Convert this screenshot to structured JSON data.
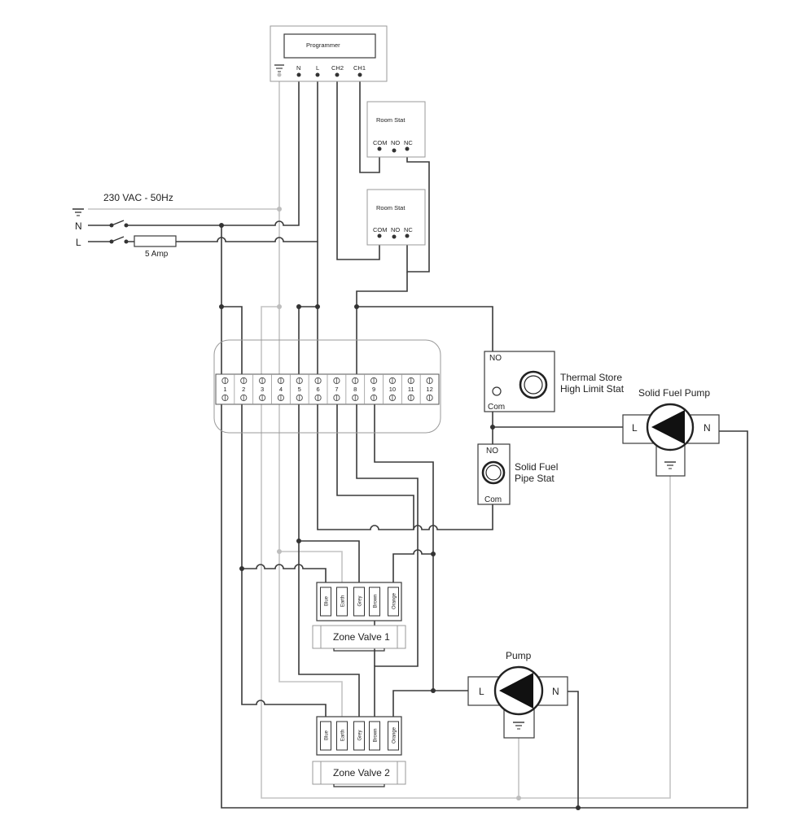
{
  "supply": {
    "label": "230 VAC - 50Hz",
    "neutral": "N",
    "live": "L",
    "fuse": "5 Amp"
  },
  "programmer": {
    "title": "Programmer",
    "terminals": [
      "N",
      "L",
      "CH2",
      "CH1"
    ]
  },
  "room_stat_1": {
    "title": "Room Stat",
    "terminals": [
      "COM",
      "NO",
      "NC"
    ]
  },
  "room_stat_2": {
    "title": "Room Stat",
    "terminals": [
      "COM",
      "NO",
      "NC"
    ]
  },
  "terminal_strip": {
    "numbers": [
      "1",
      "2",
      "3",
      "4",
      "5",
      "6",
      "7",
      "8",
      "9",
      "10",
      "11",
      "12"
    ]
  },
  "thermal_store_stat": {
    "title_line1": "Thermal Store",
    "title_line2": "High Limit Stat",
    "no": "NO",
    "com": "Com"
  },
  "solid_fuel_pipe_stat": {
    "title_line1": "Solid Fuel",
    "title_line2": "Pipe Stat",
    "no": "NO",
    "com": "Com"
  },
  "solid_fuel_pump": {
    "title": "Solid Fuel Pump",
    "l": "L",
    "n": "N"
  },
  "pump": {
    "title": "Pump",
    "l": "L",
    "n": "N"
  },
  "zone_valve_1": {
    "title": "Zone Valve  1",
    "wires": [
      "Blue",
      "Earth",
      "Grey",
      "Brown",
      "Orange"
    ]
  },
  "zone_valve_2": {
    "title": "Zone Valve  2",
    "wires": [
      "Blue",
      "Earth",
      "Grey",
      "Brown",
      "Orange"
    ]
  }
}
